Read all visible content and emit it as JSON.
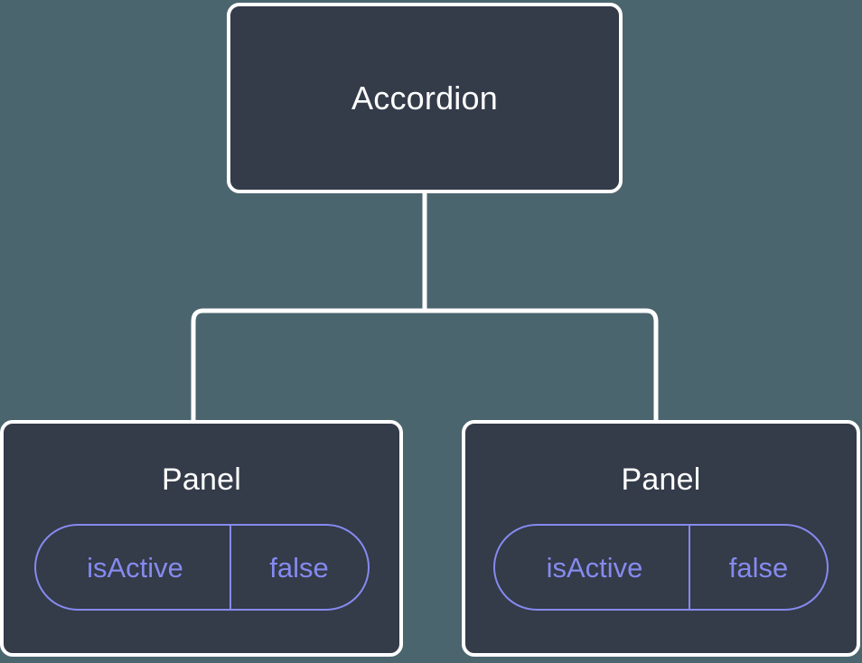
{
  "diagram": {
    "type": "component-tree",
    "background_color": "#4b656f",
    "node_fill_color": "#343b49",
    "node_border_color": "#ffffff",
    "edge_color": "#ffffff",
    "accent_color": "#858aee",
    "title_color": "#ffffff",
    "root": {
      "label": "Accordion"
    },
    "children": [
      {
        "label": "Panel",
        "state": {
          "key": "isActive",
          "value": "false"
        }
      },
      {
        "label": "Panel",
        "state": {
          "key": "isActive",
          "value": "false"
        }
      }
    ]
  }
}
